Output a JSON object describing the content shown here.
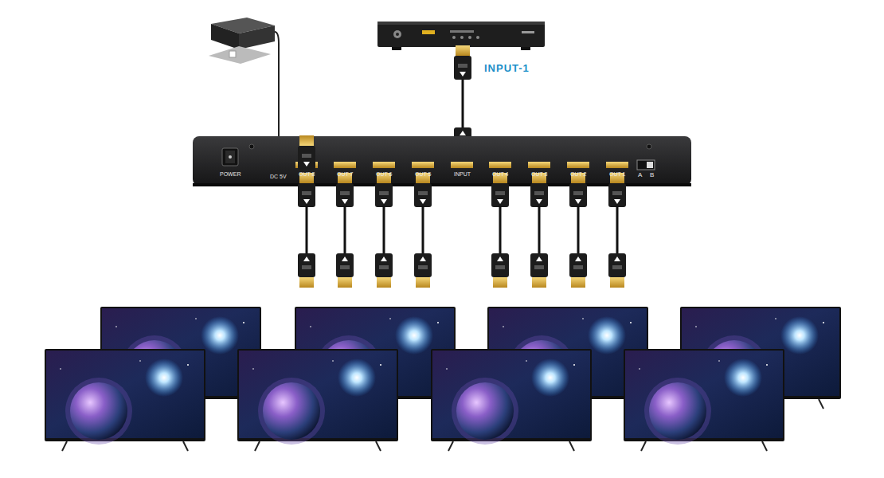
{
  "diagram": {
    "labels": [
      "INPUT-1",
      "POWER",
      "DC 5V",
      "OUT 8",
      "OUT 7",
      "OUT 6",
      "OUT 5",
      "INPUT",
      "OUT 4",
      "OUT 3",
      "OUT 2",
      "OUT 1",
      "A",
      "B"
    ]
  }
}
